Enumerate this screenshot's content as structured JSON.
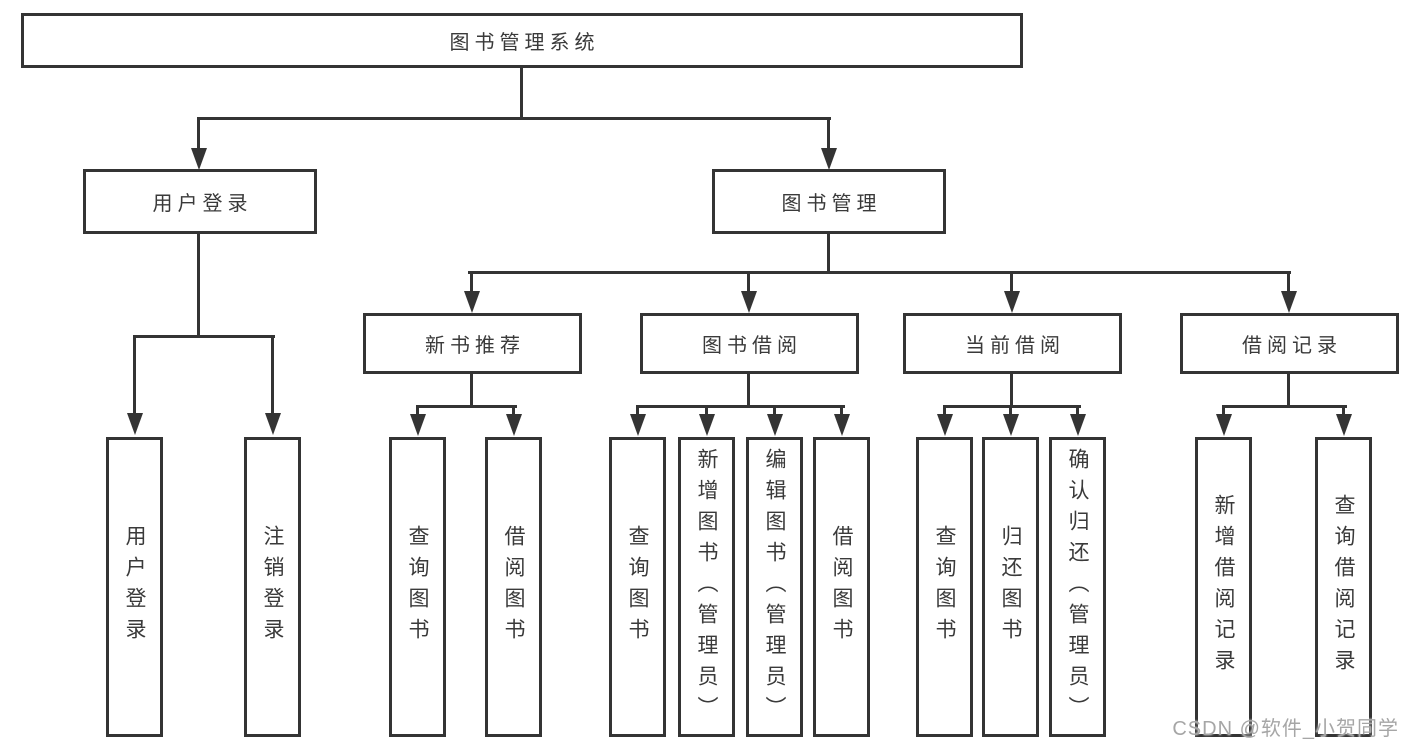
{
  "colors": {
    "line": "#343434",
    "text": "#3a3a3a",
    "watermark": "#a6a6a6",
    "background": "#ffffff"
  },
  "tree": {
    "root": {
      "label": "图书管理系统"
    },
    "level2": [
      {
        "label": "用户登录",
        "children": [
          "用户登录",
          "注销登录"
        ]
      },
      {
        "label": "图书管理"
      }
    ],
    "level3": [
      {
        "label": "新书推荐",
        "children": [
          "查询图书",
          "借阅图书"
        ]
      },
      {
        "label": "图书借阅",
        "children": [
          "查询图书",
          "新增图书（管理员）",
          "编辑图书（管理员）",
          "借阅图书"
        ]
      },
      {
        "label": "当前借阅",
        "children": [
          "查询图书",
          "归还图书",
          "确认归还（管理员）"
        ]
      },
      {
        "label": "借阅记录",
        "children": [
          "新增借阅记录",
          "查询借阅记录"
        ]
      }
    ]
  },
  "watermark": {
    "text": "CSDN @软件_小贺同学"
  }
}
